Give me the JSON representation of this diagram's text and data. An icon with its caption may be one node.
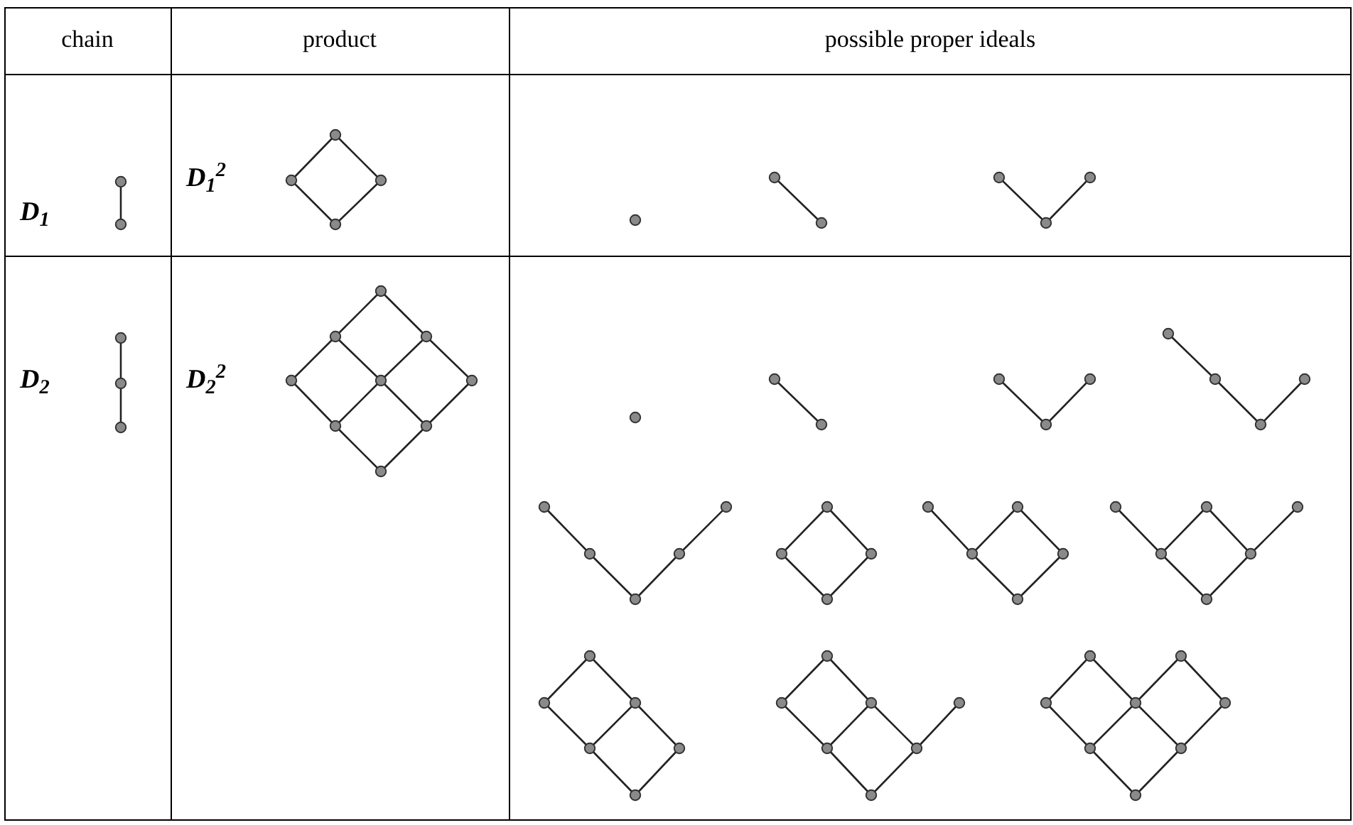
{
  "diagram": {
    "labels": [
      "chain",
      "product",
      "possible proper ideals",
      "D$_{1}$",
      "D$_{1}$$^{2}$",
      "D$_{2}$",
      "D$_{2}$$^{2}$"
    ]
  }
}
